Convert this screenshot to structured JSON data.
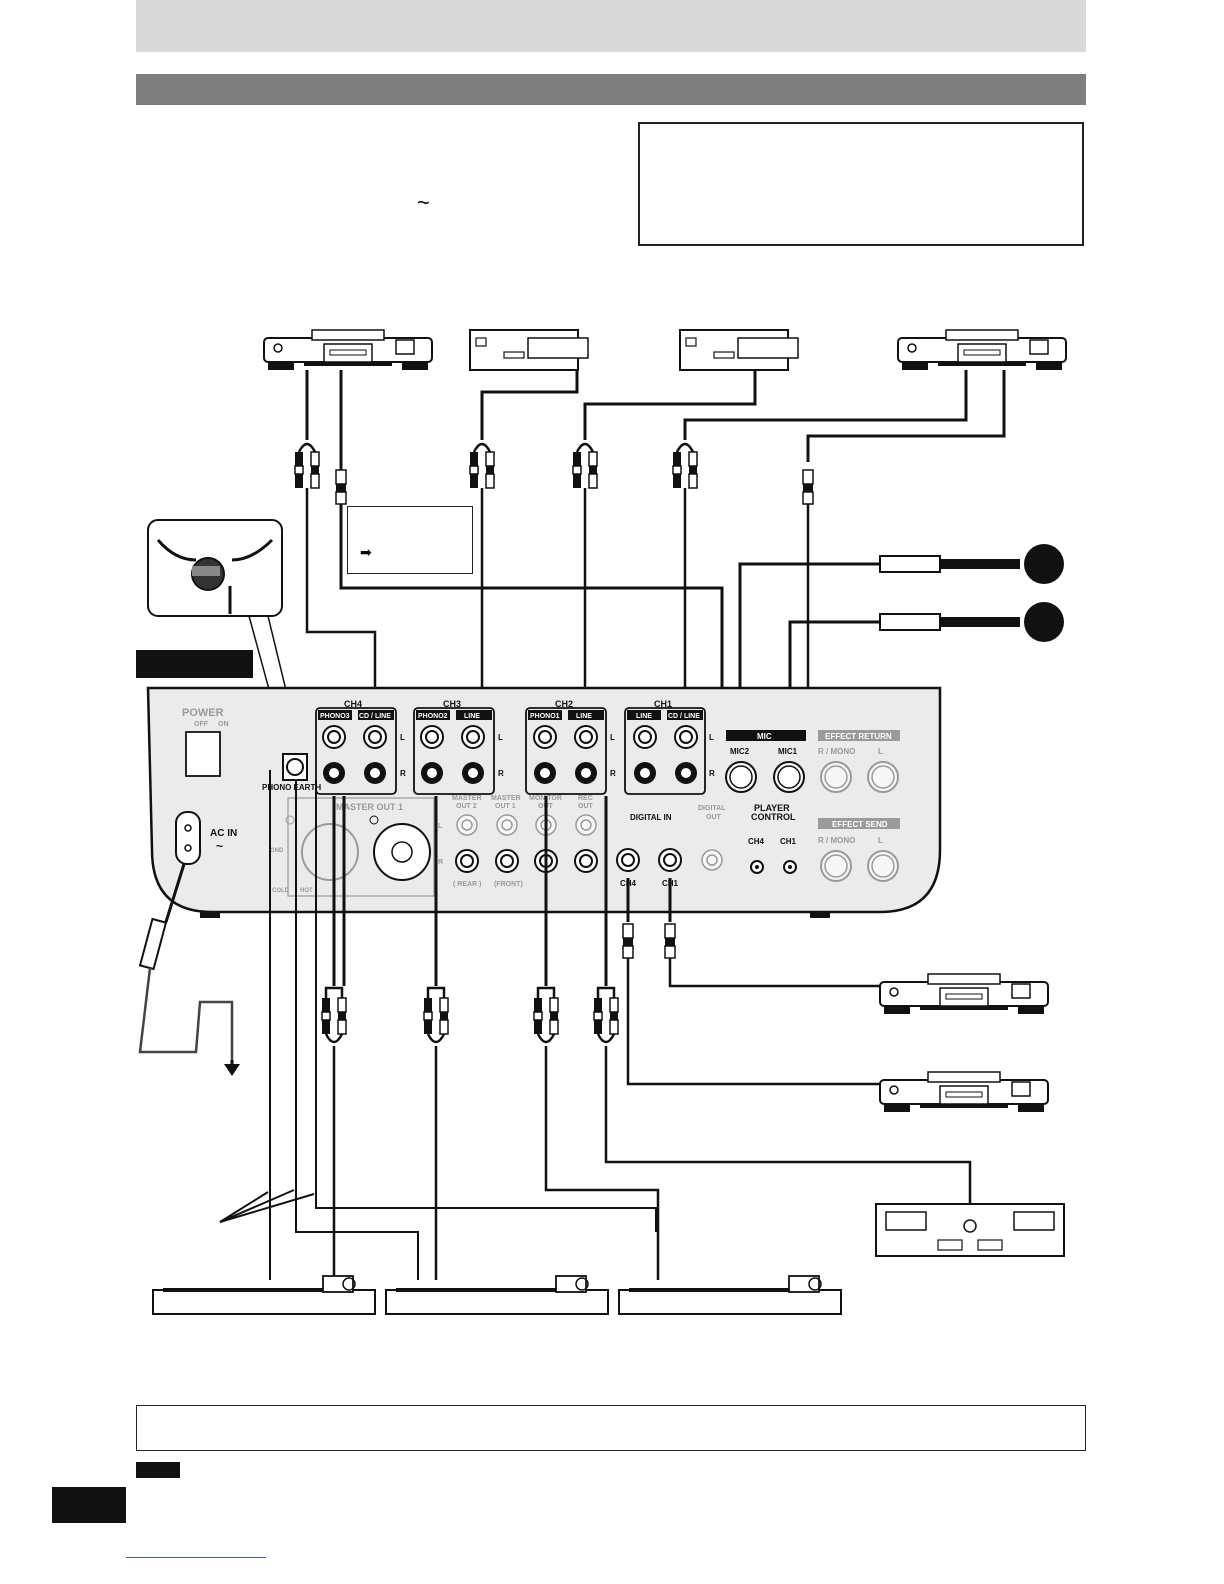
{
  "symbols": {
    "ac_tilde": "~",
    "arrow": "➡"
  },
  "rear_panel": {
    "power": {
      "label": "POWER",
      "off": "OFF",
      "on": "ON"
    },
    "ac_in": {
      "label": "AC IN",
      "tilde": "~"
    },
    "phono_earth": "PHONO EARTH",
    "master_out_1": "MASTER OUT 1",
    "xlr_pins": {
      "gnd": "GND",
      "cold": "COLD",
      "hot": "HOT"
    },
    "channels": [
      {
        "name": "CH4",
        "jacks": [
          "PHONO3",
          "CD / LINE"
        ]
      },
      {
        "name": "CH3",
        "jacks": [
          "PHONO2",
          "LINE"
        ]
      },
      {
        "name": "CH2",
        "jacks": [
          "PHONO1",
          "LINE"
        ]
      },
      {
        "name": "CH1",
        "jacks": [
          "LINE",
          "CD / LINE"
        ]
      }
    ],
    "lr": {
      "l": "L",
      "r": "R"
    },
    "outputs": [
      {
        "line1": "MASTER",
        "line2": "OUT 2",
        "sub": "( REAR )"
      },
      {
        "line1": "MASTER",
        "line2": "OUT 1",
        "sub": "(FRONT)"
      },
      {
        "line1": "MONITOR",
        "line2": "OUT",
        "sub": ""
      },
      {
        "line1": "REC",
        "line2": "OUT",
        "sub": ""
      }
    ],
    "digital_in": {
      "label": "DIGITAL IN",
      "ch4": "CH4",
      "ch1": "CH1"
    },
    "digital_out": {
      "line1": "DIGITAL",
      "line2": "OUT"
    },
    "mic": {
      "label": "MIC",
      "mic2": "MIC2",
      "mic1": "MIC1"
    },
    "player_control": {
      "line1": "PLAYER",
      "line2": "CONTROL",
      "ch4": "CH4",
      "ch1": "CH1"
    },
    "effect_return": {
      "label": "EFFECT RETURN",
      "r_mono": "R / MONO",
      "l": "L"
    },
    "effect_send": {
      "label": "EFFECT SEND",
      "r_mono": "R / MONO",
      "l": "L"
    }
  },
  "colors": {
    "band_light": "#d9d9d9",
    "band_dark": "#7f7f7f",
    "panel": "#ebebeb",
    "ink": "#111111"
  }
}
